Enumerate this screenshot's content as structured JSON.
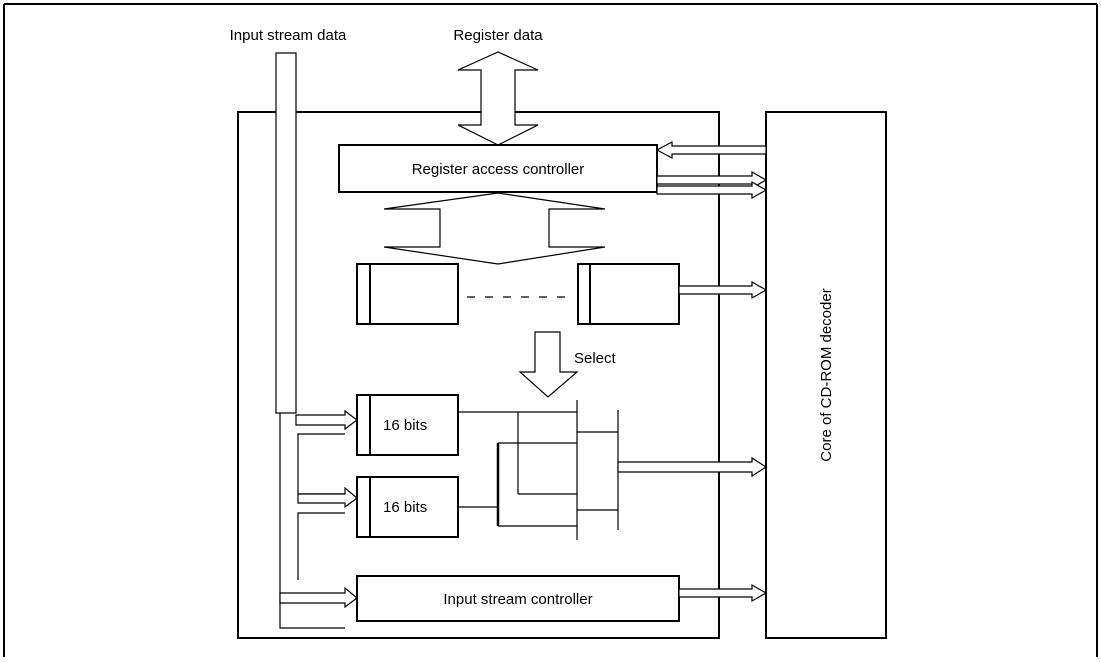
{
  "labels": {
    "input_stream_data": "Input stream data",
    "register_data": "Register data",
    "register_access_controller": "Register access controller",
    "select": "Select",
    "buffer_top": "16 bits",
    "buffer_bottom": "16 bits",
    "input_stream_controller": "Input stream controller",
    "core_decoder": "Core of CD-ROM decoder"
  },
  "colors": {
    "stroke": "#000000",
    "background": "#ffffff"
  }
}
